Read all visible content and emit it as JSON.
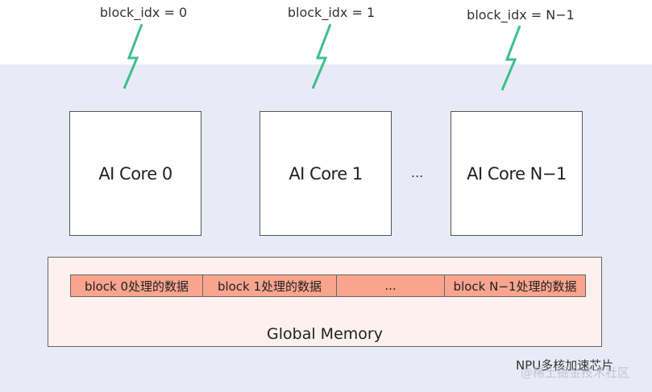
{
  "block_labels": [
    "block_idx = 0",
    "block_idx = 1",
    "block_idx = N−1"
  ],
  "cores": [
    "AI Core 0",
    "AI Core 1",
    "AI Core N−1"
  ],
  "core_ellipsis": "...",
  "memory": {
    "title": "Global Memory",
    "segments": [
      "block 0处理的数据",
      "block 1处理的数据",
      "...",
      "block N−1处理的数据"
    ]
  },
  "npu_label": "NPU多核加速芯片",
  "watermark": "@稀土掘金技术社区",
  "colors": {
    "npu_background": "#e8ebf6",
    "bolt": "#3dbf8a",
    "memory_background": "#fdf1ee",
    "segment_fill": "#f9a48d"
  }
}
